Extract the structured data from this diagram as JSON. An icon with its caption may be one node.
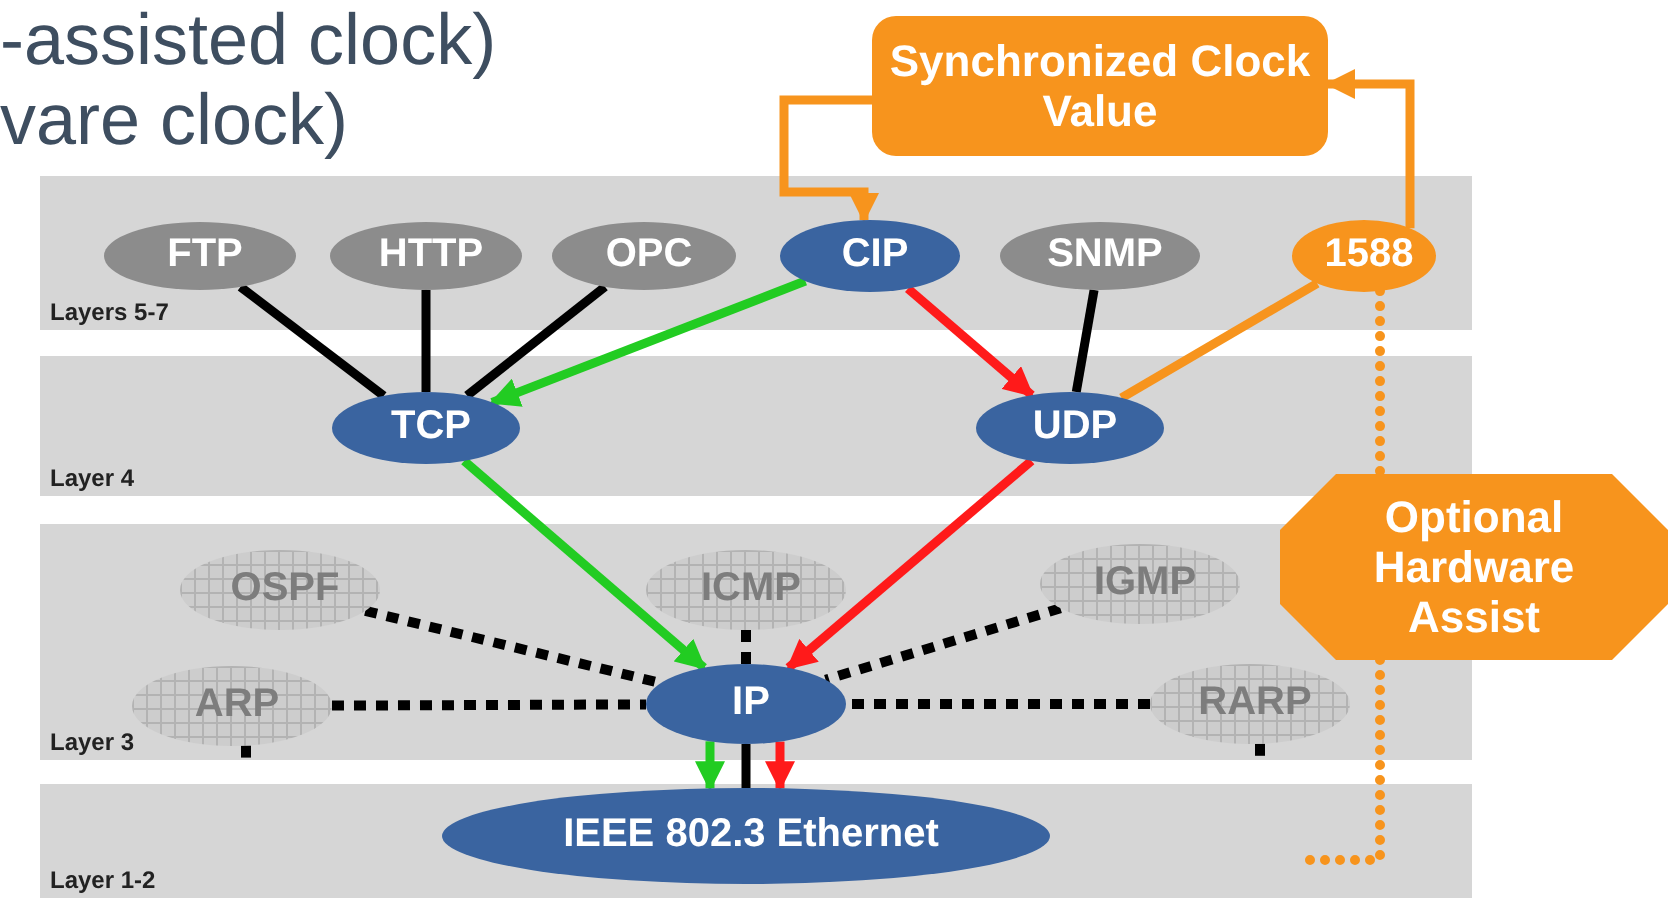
{
  "diagram": {
    "nodes": [
      {
        "text": [
          "Layers 5-7"
        ]
      },
      {
        "text": [
          "FTP"
        ],
        "in": 0
      },
      {
        "text": [
          "HTTP"
        ],
        "in": 0
      },
      {
        "text": [
          "OPC"
        ],
        "in": 0
      },
      {
        "text": [
          "CIP"
        ],
        "in": 0
      },
      {
        "text": [
          "SNMP"
        ],
        "in": 0
      },
      {
        "text": [
          "1588"
        ],
        "in": 0
      },
      {
        "text": [
          "Layer 4"
        ]
      },
      {
        "text": [
          "TCP"
        ],
        "in": 7
      },
      {
        "text": [
          "UDP"
        ],
        "in": 7
      },
      {
        "text": [
          "Layer 3"
        ]
      },
      {
        "text": [
          "OSPF"
        ],
        "in": 10
      },
      {
        "text": [
          "ICMP"
        ],
        "in": 10
      },
      {
        "text": [
          "IGMP"
        ],
        "in": 10
      },
      {
        "text": [
          "ARP"
        ],
        "in": 10
      },
      {
        "text": [
          "IP"
        ],
        "in": 10
      },
      {
        "text": [
          "RARP"
        ],
        "in": 10
      },
      {
        "text": [
          "Layer 1-2"
        ]
      },
      {
        "text": [
          "IEEE 802.3 Ethernet"
        ],
        "in": 17
      },
      {
        "text": [
          "Synchronized Clock Value"
        ]
      },
      {
        "text": [
          "Optional Hardware Assist"
        ]
      }
    ],
    "edges": [
      {
        "from": 1,
        "to": 8,
        "arrow": "none"
      },
      {
        "from": 2,
        "to": 8,
        "arrow": "none"
      },
      {
        "from": 3,
        "to": 8,
        "arrow": "none"
      },
      {
        "from": 4,
        "to": 8,
        "arrow": "to",
        "color": "#22cc22"
      },
      {
        "from": 4,
        "to": 9,
        "arrow": "to",
        "color": "#ff1a1a"
      },
      {
        "from": 5,
        "to": 9,
        "arrow": "none"
      },
      {
        "from": 6,
        "to": 9,
        "arrow": "none",
        "color": "#f7941d"
      },
      {
        "from": 8,
        "to": 15,
        "arrow": "to",
        "color": "#22cc22"
      },
      {
        "from": 9,
        "to": 15,
        "arrow": "to",
        "color": "#ff1a1a"
      },
      {
        "from": 11,
        "to": 15,
        "arrow": "none",
        "style": "dashed"
      },
      {
        "from": 12,
        "to": 15,
        "arrow": "none",
        "style": "dashed"
      },
      {
        "from": 13,
        "to": 15,
        "arrow": "none",
        "style": "dashed"
      },
      {
        "from": 14,
        "to": 15,
        "arrow": "none",
        "style": "dashed"
      },
      {
        "from": 16,
        "to": 15,
        "arrow": "none",
        "style": "dashed"
      },
      {
        "from": 14,
        "to": null,
        "arrow": "none",
        "style": "dashed"
      },
      {
        "from": 16,
        "to": null,
        "arrow": "none",
        "style": "dashed"
      },
      {
        "from": 15,
        "to": 18,
        "arrow": "to",
        "color": "#22cc22"
      },
      {
        "from": 15,
        "to": 18,
        "arrow": "none"
      },
      {
        "from": 15,
        "to": 18,
        "arrow": "to",
        "color": "#ff1a1a"
      },
      {
        "from": 19,
        "to": 4,
        "arrow": "to",
        "color": "#f7941d"
      },
      {
        "from": 6,
        "to": 19,
        "arrow": "to",
        "color": "#f7941d"
      },
      {
        "from": 6,
        "to": 20,
        "arrow": "none",
        "style": "dashed",
        "color": "#f7941d"
      },
      {
        "from": 20,
        "to": null,
        "arrow": "none",
        "style": "dashed",
        "color": "#f7941d"
      }
    ],
    "labels": [
      "-assisted clock)",
      "vare clock)"
    ]
  }
}
